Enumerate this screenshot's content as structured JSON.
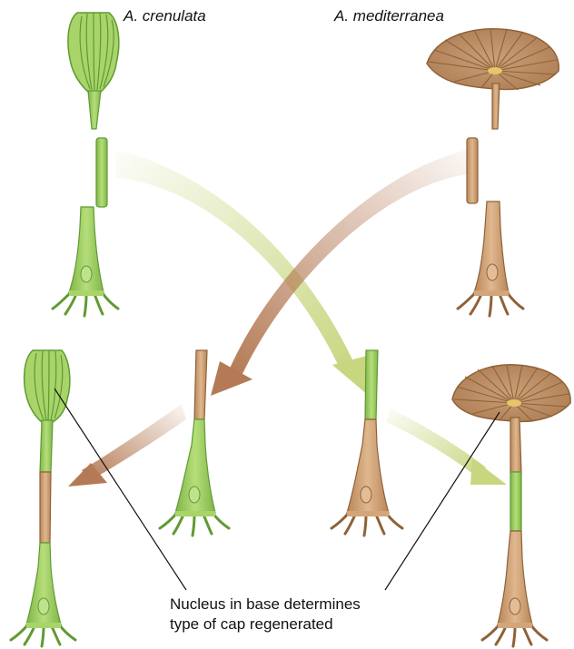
{
  "labels": {
    "species_left": "A. crenulata",
    "species_right": "A. mediterranea",
    "caption_line1": "Nucleus in base determines",
    "caption_line2": "type of cap regenerated"
  },
  "colors": {
    "green_fill": "#a8d46a",
    "green_dark": "#5f9a32",
    "tan_fill": "#d3a57a",
    "tan_dark": "#8e6238",
    "arrow_green": "#c7d67f",
    "arrow_brown": "#b47a55"
  }
}
